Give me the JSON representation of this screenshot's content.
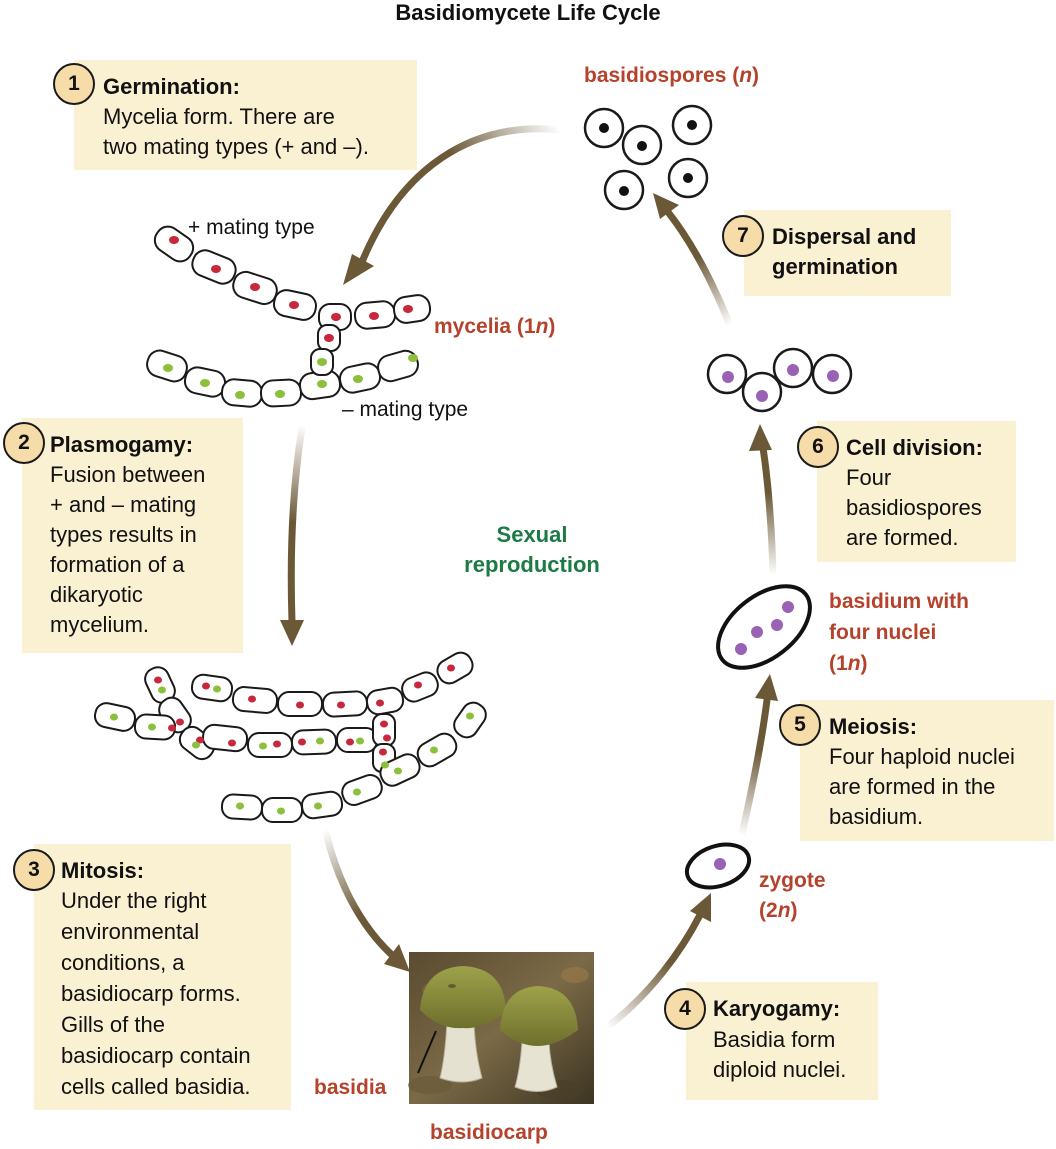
{
  "title": "Basidiomycete Life Cycle",
  "center_label": [
    "Sexual",
    "reproduction"
  ],
  "steps": [
    {
      "num": "1",
      "title": "Germination:",
      "lines": [
        "Mycelia form. There are",
        "two mating types (+ and –)."
      ]
    },
    {
      "num": "2",
      "title": "Plasmogamy:",
      "lines": [
        "Fusion between",
        "+ and – mating",
        "types results in",
        "formation of a",
        "dikaryotic",
        "mycelium."
      ]
    },
    {
      "num": "3",
      "title": "Mitosis:",
      "lines": [
        "Under the right",
        "environmental",
        "conditions, a",
        "basidiocarp forms.",
        "Gills of the",
        "basidiocarp contain",
        "cells called basidia."
      ]
    },
    {
      "num": "4",
      "title": "Karyogamy:",
      "lines": [
        "Basidia form",
        "diploid nuclei."
      ]
    },
    {
      "num": "5",
      "title": "Meiosis:",
      "lines": [
        "Four haploid nuclei",
        "are formed in the",
        "basidium."
      ]
    },
    {
      "num": "6",
      "title": "Cell division:",
      "lines": [
        "Four",
        "basidiospores",
        "are formed."
      ]
    },
    {
      "num": "7",
      "title": "Dispersal and",
      "lines": [
        "germination"
      ]
    }
  ],
  "labels": {
    "basidiospores": {
      "text": "basidiospores (",
      "italic": "n",
      "after": ")"
    },
    "mycelia": {
      "text": "mycelia (1",
      "italic": "n",
      "after": ")"
    },
    "plus_mating": "+ mating type",
    "minus_mating": "– mating type",
    "basidium_l1": "basidium with",
    "basidium_l2": "four nuclei",
    "basidium_l3": {
      "text": "(1",
      "italic": "n",
      "after": ")"
    },
    "zygote_l1": "zygote",
    "zygote_l2": {
      "text": "(2",
      "italic": "n",
      "after": ")"
    },
    "basidia": "basidia",
    "basidiocarp": "basidiocarp"
  },
  "colors": {
    "box_fill": "#faf0d2",
    "badge_fill": "#f6dca8",
    "arrow": "#6b5836",
    "label_red": "#b5422b",
    "label_green": "#1c7a44",
    "nucleus_red": "#c8283c",
    "nucleus_green": "#8cbf3c",
    "nucleus_purple": "#9a62b4"
  }
}
